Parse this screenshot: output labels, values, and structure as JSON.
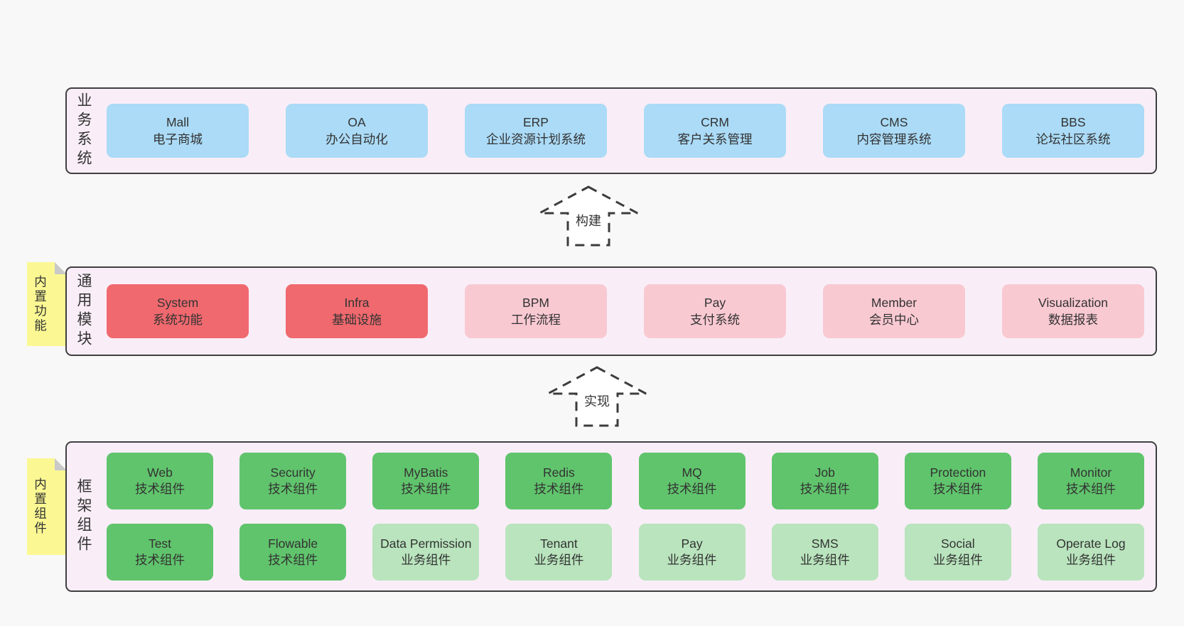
{
  "colors": {
    "page_bg": "#f8f8f8",
    "container_bg": "#f9eef7",
    "container_border": "#3f3f3f",
    "blue": "#abdbf7",
    "red": "#f0696e",
    "pink": "#f9c9d2",
    "green": "#60c46c",
    "light_green": "#b9e4bd",
    "sticky_yellow": "#fbf893",
    "sticky_fold_gray": "#c9c9c9",
    "text": "#333333"
  },
  "arrows": [
    {
      "label": "构建"
    },
    {
      "label": "实现"
    }
  ],
  "layers": {
    "business": {
      "label": "业务系统",
      "boxes": [
        {
          "title": "Mall",
          "subtitle": "电子商城"
        },
        {
          "title": "OA",
          "subtitle": "办公自动化"
        },
        {
          "title": "ERP",
          "subtitle": "企业资源计划系统"
        },
        {
          "title": "CRM",
          "subtitle": "客户关系管理"
        },
        {
          "title": "CMS",
          "subtitle": "内容管理系统"
        },
        {
          "title": "BBS",
          "subtitle": "论坛社区系统"
        }
      ]
    },
    "modules": {
      "label": "通用模块",
      "sticky": "内置功能",
      "boxes": [
        {
          "title": "System",
          "subtitle": "系统功能"
        },
        {
          "title": "Infra",
          "subtitle": "基础设施"
        },
        {
          "title": "BPM",
          "subtitle": "工作流程"
        },
        {
          "title": "Pay",
          "subtitle": "支付系统"
        },
        {
          "title": "Member",
          "subtitle": "会员中心"
        },
        {
          "title": "Visualization",
          "subtitle": "数据报表"
        }
      ]
    },
    "components": {
      "label": "框架组件",
      "sticky": "内置组件",
      "row1": [
        {
          "title": "Web",
          "subtitle": "技术组件"
        },
        {
          "title": "Security",
          "subtitle": "技术组件"
        },
        {
          "title": "MyBatis",
          "subtitle": "技术组件"
        },
        {
          "title": "Redis",
          "subtitle": "技术组件"
        },
        {
          "title": "MQ",
          "subtitle": "技术组件"
        },
        {
          "title": "Job",
          "subtitle": "技术组件"
        },
        {
          "title": "Protection",
          "subtitle": "技术组件"
        },
        {
          "title": "Monitor",
          "subtitle": "技术组件"
        }
      ],
      "row2": [
        {
          "title": "Test",
          "subtitle": "技术组件"
        },
        {
          "title": "Flowable",
          "subtitle": "技术组件"
        },
        {
          "title": "Data Permission",
          "subtitle": "业务组件"
        },
        {
          "title": "Tenant",
          "subtitle": "业务组件"
        },
        {
          "title": "Pay",
          "subtitle": "业务组件"
        },
        {
          "title": "SMS",
          "subtitle": "业务组件"
        },
        {
          "title": "Social",
          "subtitle": "业务组件"
        },
        {
          "title": "Operate Log",
          "subtitle": "业务组件"
        }
      ]
    }
  }
}
